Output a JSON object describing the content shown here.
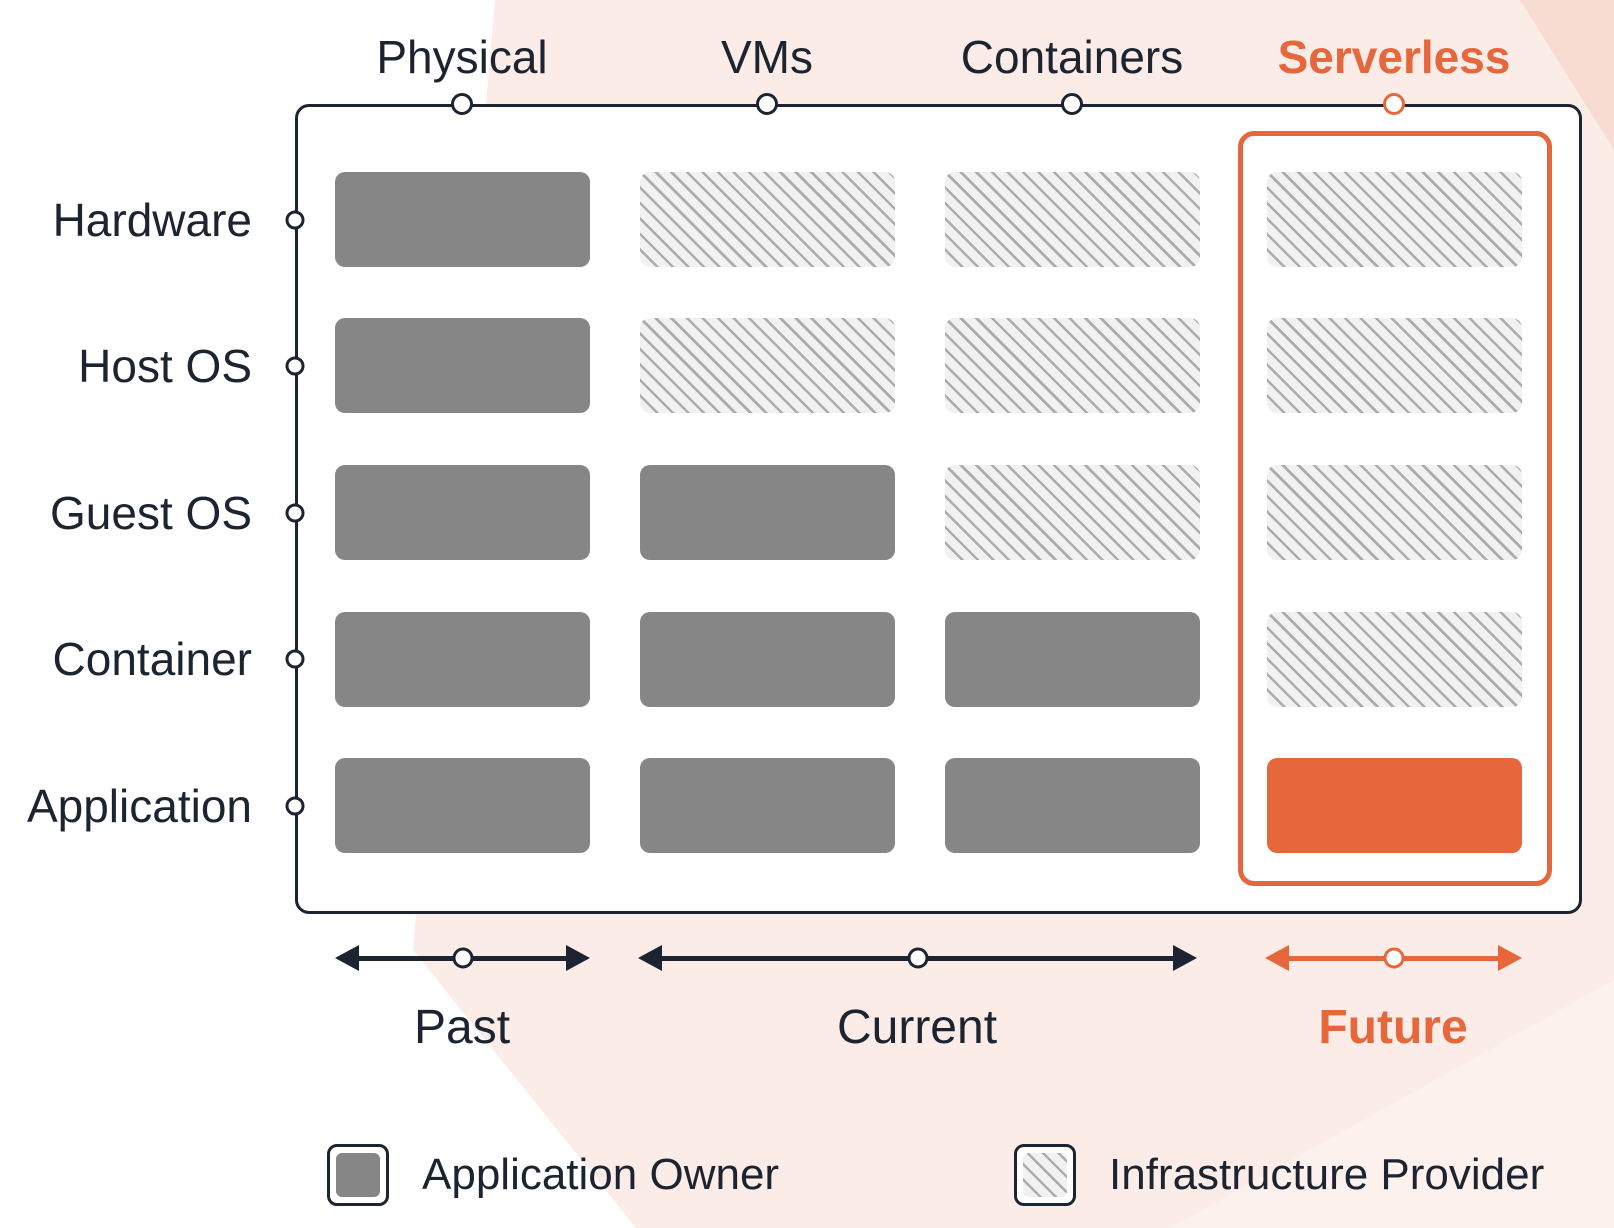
{
  "palette": {
    "dark": "#1B2430",
    "gray": "#868686",
    "orange": "#E6673C",
    "hatchBg": "#F1F1F1",
    "hatchLine": "#ACACAC",
    "pink": "#FBECE7",
    "pinkDark": "#F8DCD1",
    "pinkLight": "#FCF1EC"
  },
  "columns": [
    {
      "label": "Physical",
      "highlight": false
    },
    {
      "label": "VMs",
      "highlight": false
    },
    {
      "label": "Containers",
      "highlight": false
    },
    {
      "label": "Serverless",
      "highlight": true
    }
  ],
  "rows": [
    {
      "label": "Hardware"
    },
    {
      "label": "Host OS"
    },
    {
      "label": "Guest OS"
    },
    {
      "label": "Container"
    },
    {
      "label": "Application"
    }
  ],
  "grid": {
    "cells": [
      [
        "owner",
        "provider",
        "provider",
        "provider"
      ],
      [
        "owner",
        "provider",
        "provider",
        "provider"
      ],
      [
        "owner",
        "owner",
        "provider",
        "provider"
      ],
      [
        "owner",
        "owner",
        "owner",
        "provider"
      ],
      [
        "owner",
        "owner",
        "owner",
        "accent"
      ]
    ]
  },
  "timeline": [
    {
      "label": "Past",
      "accent": false
    },
    {
      "label": "Current",
      "accent": false
    },
    {
      "label": "Future",
      "accent": true
    }
  ],
  "legend": [
    {
      "label": "Application Owner",
      "swatch": "owner"
    },
    {
      "label": "Infrastructure Provider",
      "swatch": "provider"
    }
  ]
}
